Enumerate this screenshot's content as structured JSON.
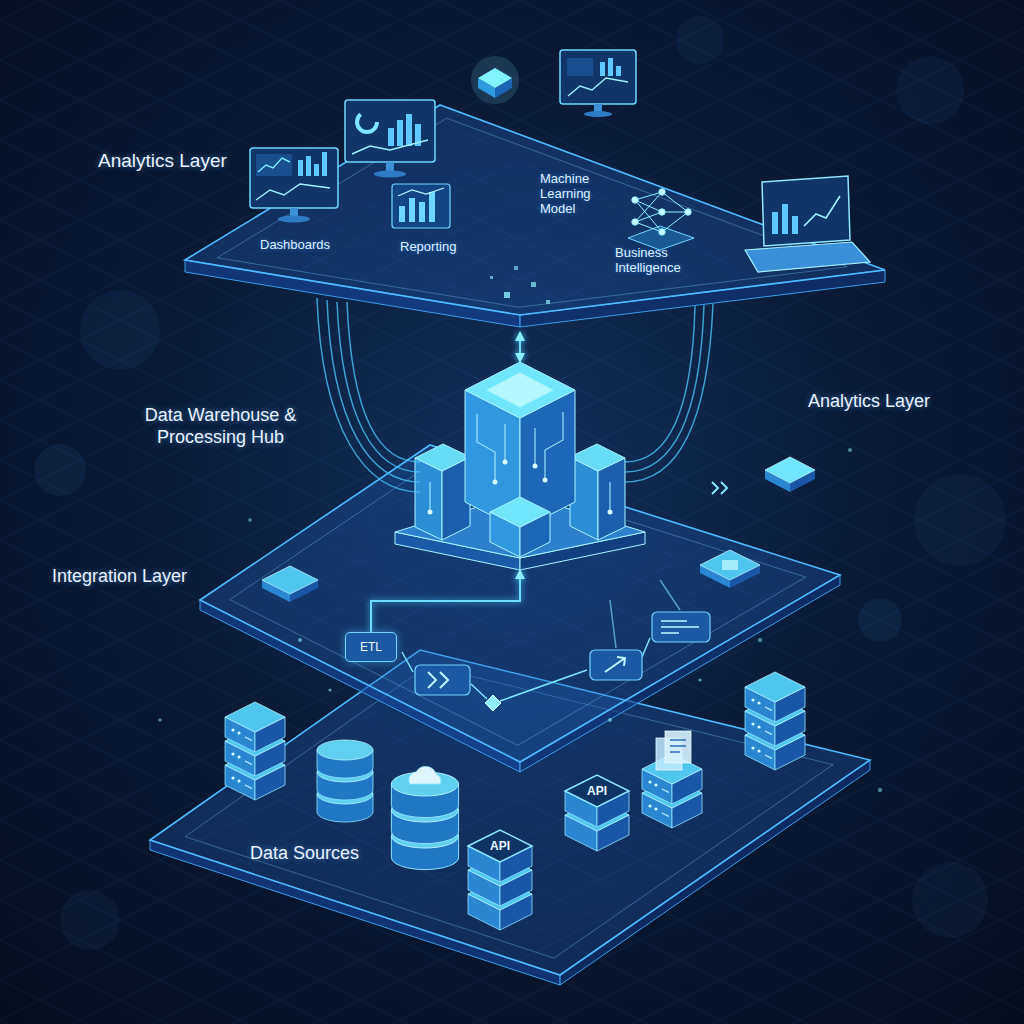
{
  "diagram": {
    "nodes": [
      {
        "text": [
          "Analytics Layer",
          "Dashboards",
          "Reporting",
          "Machine Learning Model",
          "Business Intelligence"
        ]
      },
      {
        "text": [
          "Data Warehouse & Processing Hub"
        ]
      },
      {
        "text": [
          "Integration Layer"
        ]
      },
      {
        "text": [
          "ETL"
        ],
        "in": 2
      },
      {
        "text": [
          "Data Sources"
        ]
      },
      {
        "text": [
          "API"
        ],
        "in": 4
      },
      {
        "text": [
          "API"
        ],
        "in": 4
      }
    ],
    "edges": [
      {
        "from": 3,
        "to": 1,
        "arrow": "to"
      },
      {
        "from": 1,
        "to": 0,
        "arrow": "both"
      }
    ],
    "labels": [
      "Analytics Layer"
    ]
  }
}
